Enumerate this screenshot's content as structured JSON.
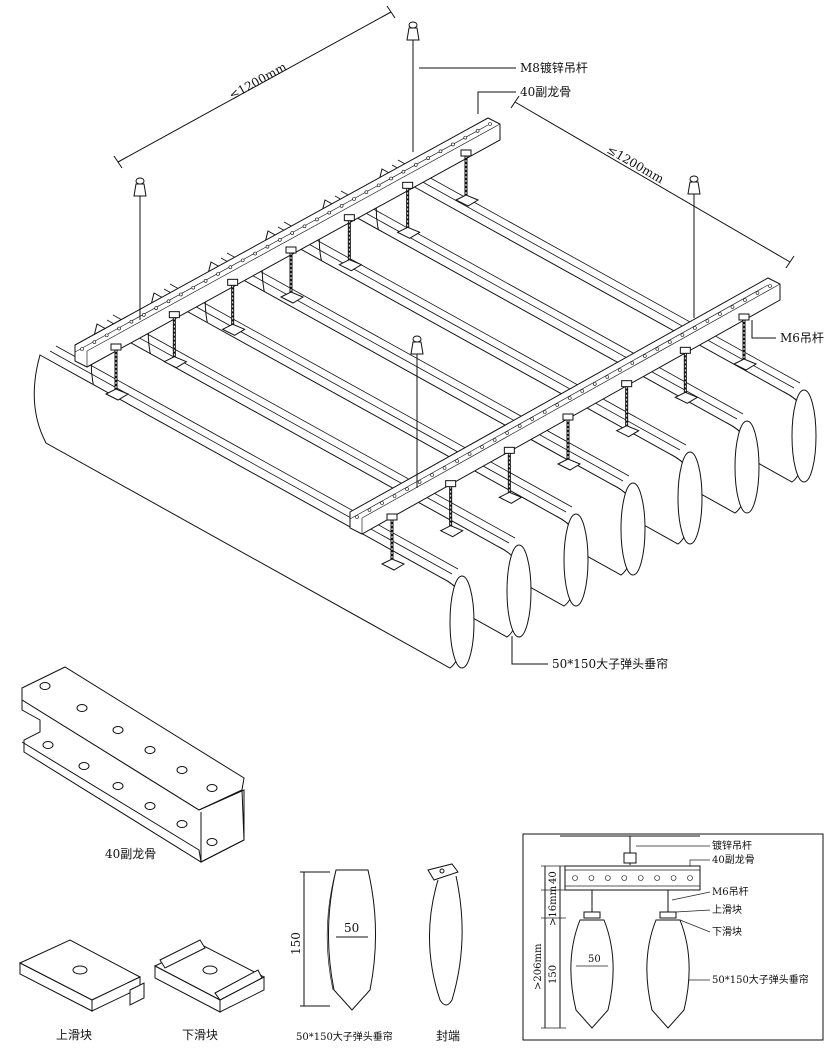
{
  "main_diagram": {
    "dim_top": "≤1200mm",
    "dim_right": "≤1200mm",
    "label_rod": "M8镀锌吊杆",
    "label_keel": "40副龙骨",
    "label_m6": "M6吊杆",
    "label_curtain": "50*150大子弹头垂帘"
  },
  "parts": {
    "keel_label": "40副龙骨",
    "upper_slider_label": "上滑块",
    "lower_slider_label": "下滑块",
    "profile_label": "50*150大子弹头垂帘",
    "profile_width": "50",
    "profile_height": "150",
    "endcap_label": "封端"
  },
  "section": {
    "rod_label": "镀锌吊杆",
    "keel_label": "40副龙骨",
    "m6_label": "M6吊杆",
    "upper_slider": "上滑块",
    "lower_slider": "下滑块",
    "curtain_label": "50*150大子弹头垂帘",
    "dim_40": "40",
    "dim_16": ">16mm",
    "dim_150": "150",
    "dim_206": ">206mm",
    "dim_50": "50"
  }
}
